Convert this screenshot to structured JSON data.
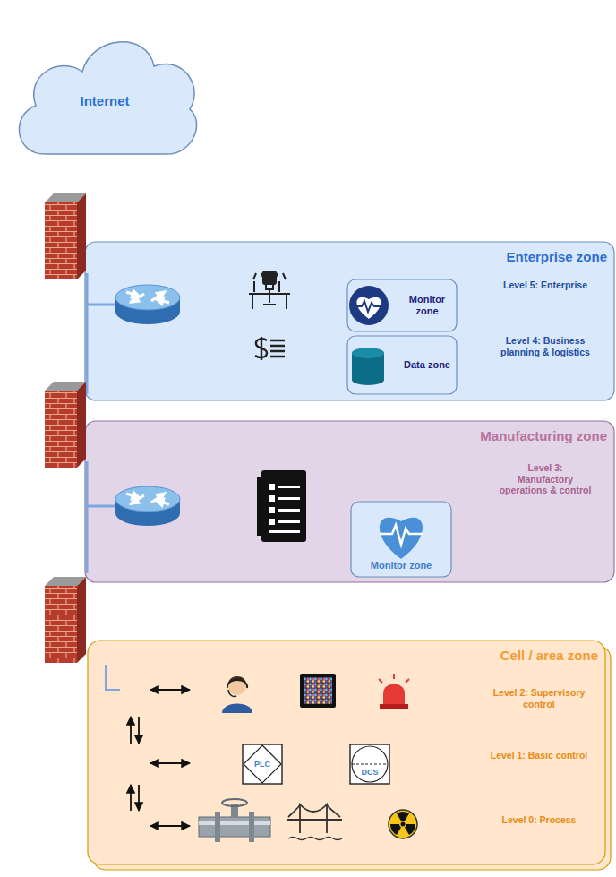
{
  "diagram": {
    "nodes": [
      {
        "text": [
          "Internet"
        ]
      },
      {
        "text": [
          "Enterprise zone",
          "Level 5: Enterprise",
          "Level 4: Business planning & logistics"
        ]
      },
      {
        "text": [
          "Monitor zone"
        ],
        "in": 1
      },
      {
        "text": [
          "Data zone"
        ],
        "in": 1
      },
      {
        "text": [
          "Manufacturing zone",
          "Level 3: Manufactory operations & control"
        ]
      },
      {
        "text": [
          "Monitor zone"
        ],
        "in": 4
      },
      {
        "text": [
          "Cell / area zone",
          "Level 2: Supervisory control",
          "Level 1: Basic control",
          "Level 0: Process"
        ]
      },
      {
        "text": [
          "PLC"
        ],
        "in": 6
      },
      {
        "text": [
          "DCS"
        ],
        "in": 6
      }
    ]
  }
}
